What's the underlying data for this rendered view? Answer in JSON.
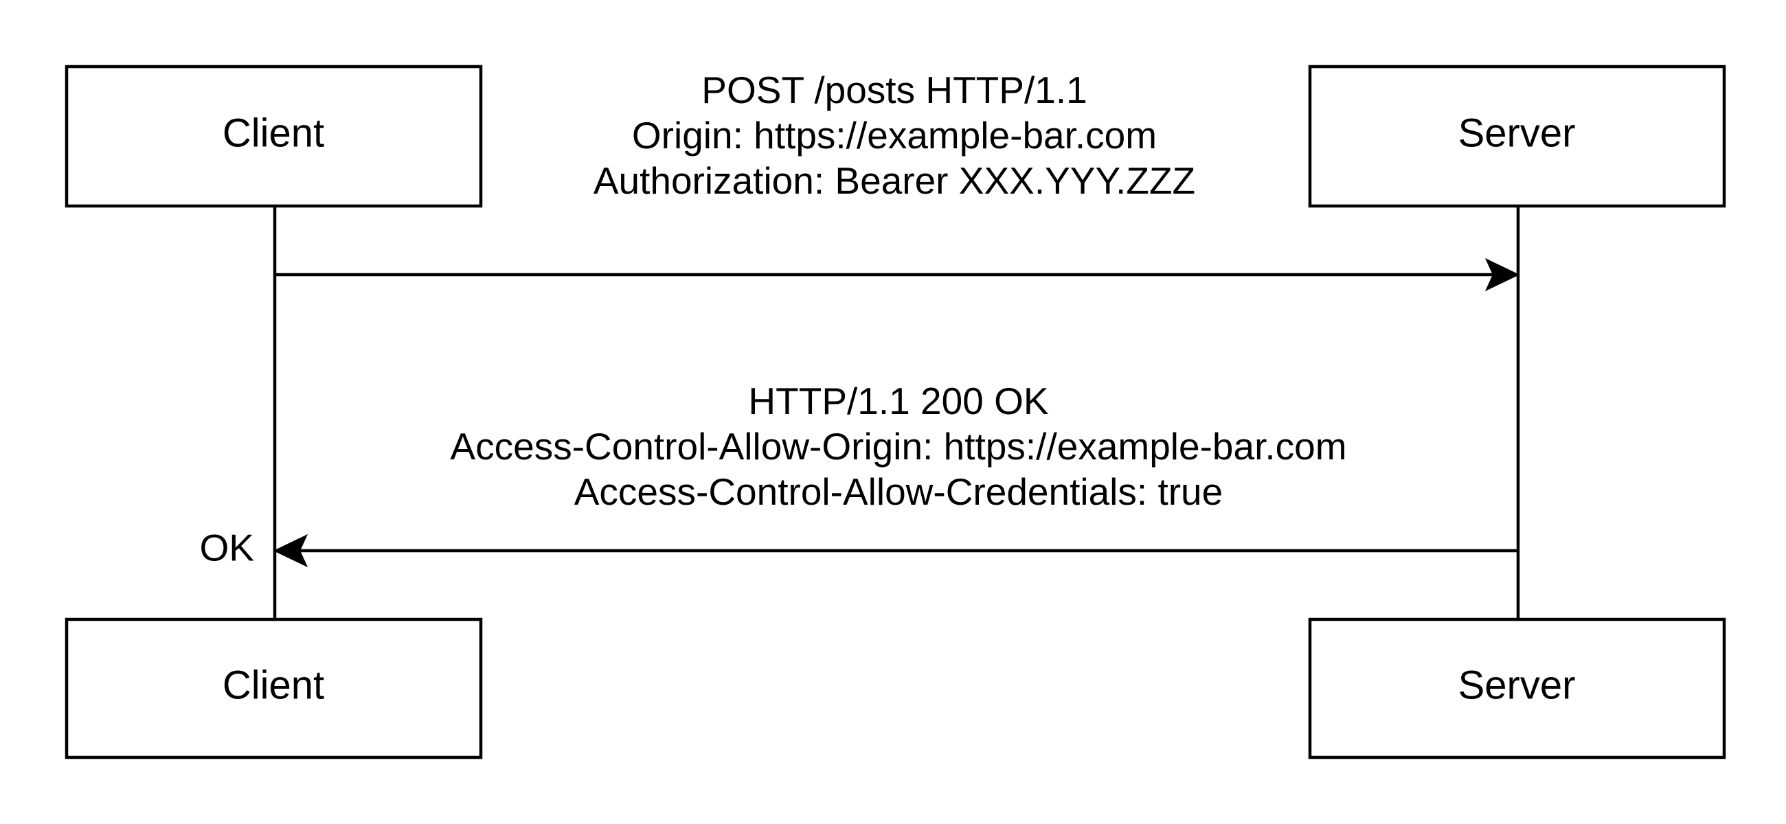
{
  "participants": {
    "client_top": "Client",
    "server_top": "Server",
    "client_bottom": "Client",
    "server_bottom": "Server"
  },
  "request": {
    "line1": "POST /posts HTTP/1.1",
    "line2": "Origin: https://example-bar.com",
    "line3": "Authorization:  Bearer XXX.YYY.ZZZ"
  },
  "response": {
    "line1": "HTTP/1.1 200 OK",
    "line2": "Access-Control-Allow-Origin: https://example-bar.com",
    "line3": "Access-Control-Allow-Credentials: true",
    "result_label": "OK"
  }
}
